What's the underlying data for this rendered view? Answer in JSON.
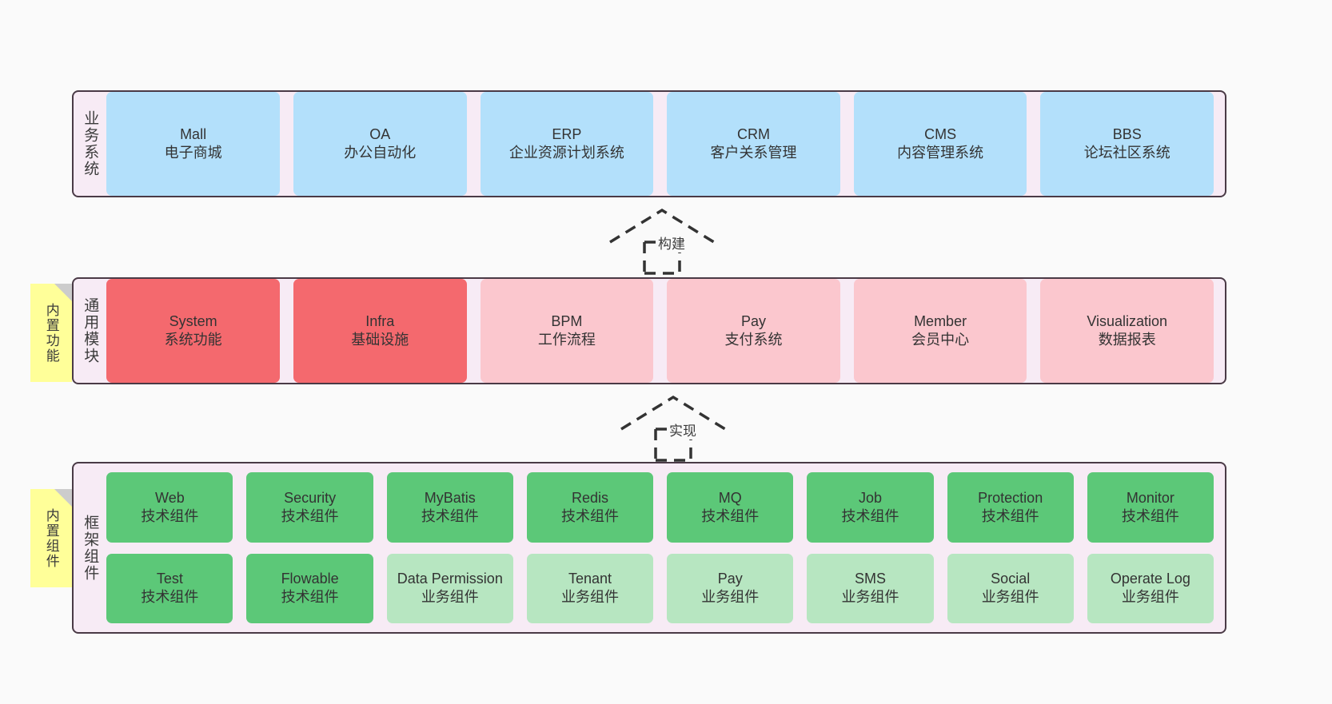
{
  "diagram": {
    "background": "#fafafa",
    "panel_bg": "#f7ebf5",
    "panel_border": "#4a3a46",
    "note_bg": "#ffff99",
    "note_fold": "#cccccc"
  },
  "layers": [
    {
      "id": "business-system",
      "title": "业务系统",
      "note": null,
      "rows": [
        {
          "cells": [
            {
              "name": "Mall",
              "sub": "电子商城",
              "color": "#b3e0fb",
              "style": "c-blue"
            },
            {
              "name": "OA",
              "sub": "办公自动化",
              "color": "#b3e0fb",
              "style": "c-blue"
            },
            {
              "name": "ERP",
              "sub": "企业资源计划系统",
              "color": "#b3e0fb",
              "style": "c-blue"
            },
            {
              "name": "CRM",
              "sub": "客户关系管理",
              "color": "#b3e0fb",
              "style": "c-blue"
            },
            {
              "name": "CMS",
              "sub": "内容管理系统",
              "color": "#b3e0fb",
              "style": "c-blue"
            },
            {
              "name": "BBS",
              "sub": "论坛社区系统",
              "color": "#b3e0fb",
              "style": "c-blue"
            }
          ]
        }
      ]
    },
    {
      "id": "common-module",
      "title": "通用模块",
      "note": "内置功能",
      "rows": [
        {
          "cells": [
            {
              "name": "System",
              "sub": "系统功能",
              "color": "#f4696e",
              "style": "c-red"
            },
            {
              "name": "Infra",
              "sub": "基础设施",
              "color": "#f4696e",
              "style": "c-red"
            },
            {
              "name": "BPM",
              "sub": "工作流程",
              "color": "#fbc7ce",
              "style": "c-pink"
            },
            {
              "name": "Pay",
              "sub": "支付系统",
              "color": "#fbc7ce",
              "style": "c-pink"
            },
            {
              "name": "Member",
              "sub": "会员中心",
              "color": "#fbc7ce",
              "style": "c-pink"
            },
            {
              "name": "Visualization",
              "sub": "数据报表",
              "color": "#fbc7ce",
              "style": "c-pink"
            }
          ]
        }
      ]
    },
    {
      "id": "framework-component",
      "title": "框架组件",
      "note": "内置组件",
      "rows": [
        {
          "cells": [
            {
              "name": "Web",
              "sub": "技术组件",
              "color": "#5cc878",
              "style": "c-green"
            },
            {
              "name": "Security",
              "sub": "技术组件",
              "color": "#5cc878",
              "style": "c-green"
            },
            {
              "name": "MyBatis",
              "sub": "技术组件",
              "color": "#5cc878",
              "style": "c-green"
            },
            {
              "name": "Redis",
              "sub": "技术组件",
              "color": "#5cc878",
              "style": "c-green"
            },
            {
              "name": "MQ",
              "sub": "技术组件",
              "color": "#5cc878",
              "style": "c-green"
            },
            {
              "name": "Job",
              "sub": "技术组件",
              "color": "#5cc878",
              "style": "c-green"
            },
            {
              "name": "Protection",
              "sub": "技术组件",
              "color": "#5cc878",
              "style": "c-green"
            },
            {
              "name": "Monitor",
              "sub": "技术组件",
              "color": "#5cc878",
              "style": "c-green"
            }
          ]
        },
        {
          "cells": [
            {
              "name": "Test",
              "sub": "技术组件",
              "color": "#5cc878",
              "style": "c-green"
            },
            {
              "name": "Flowable",
              "sub": "技术组件",
              "color": "#5cc878",
              "style": "c-green"
            },
            {
              "name": "Data Permission",
              "sub": "业务组件",
              "color": "#b7e6c1",
              "style": "c-lightgreen"
            },
            {
              "name": "Tenant",
              "sub": "业务组件",
              "color": "#b7e6c1",
              "style": "c-lightgreen"
            },
            {
              "name": "Pay",
              "sub": "业务组件",
              "color": "#b7e6c1",
              "style": "c-lightgreen"
            },
            {
              "name": "SMS",
              "sub": "业务组件",
              "color": "#b7e6c1",
              "style": "c-lightgreen"
            },
            {
              "name": "Social",
              "sub": "业务组件",
              "color": "#b7e6c1",
              "style": "c-lightgreen"
            },
            {
              "name": "Operate Log",
              "sub": "业务组件",
              "color": "#b7e6c1",
              "style": "c-lightgreen"
            }
          ]
        }
      ]
    }
  ],
  "connectors": [
    {
      "id": "build",
      "label": "构建",
      "from": "common-module",
      "to": "business-system"
    },
    {
      "id": "implement",
      "label": "实现",
      "from": "framework-component",
      "to": "common-module"
    }
  ]
}
